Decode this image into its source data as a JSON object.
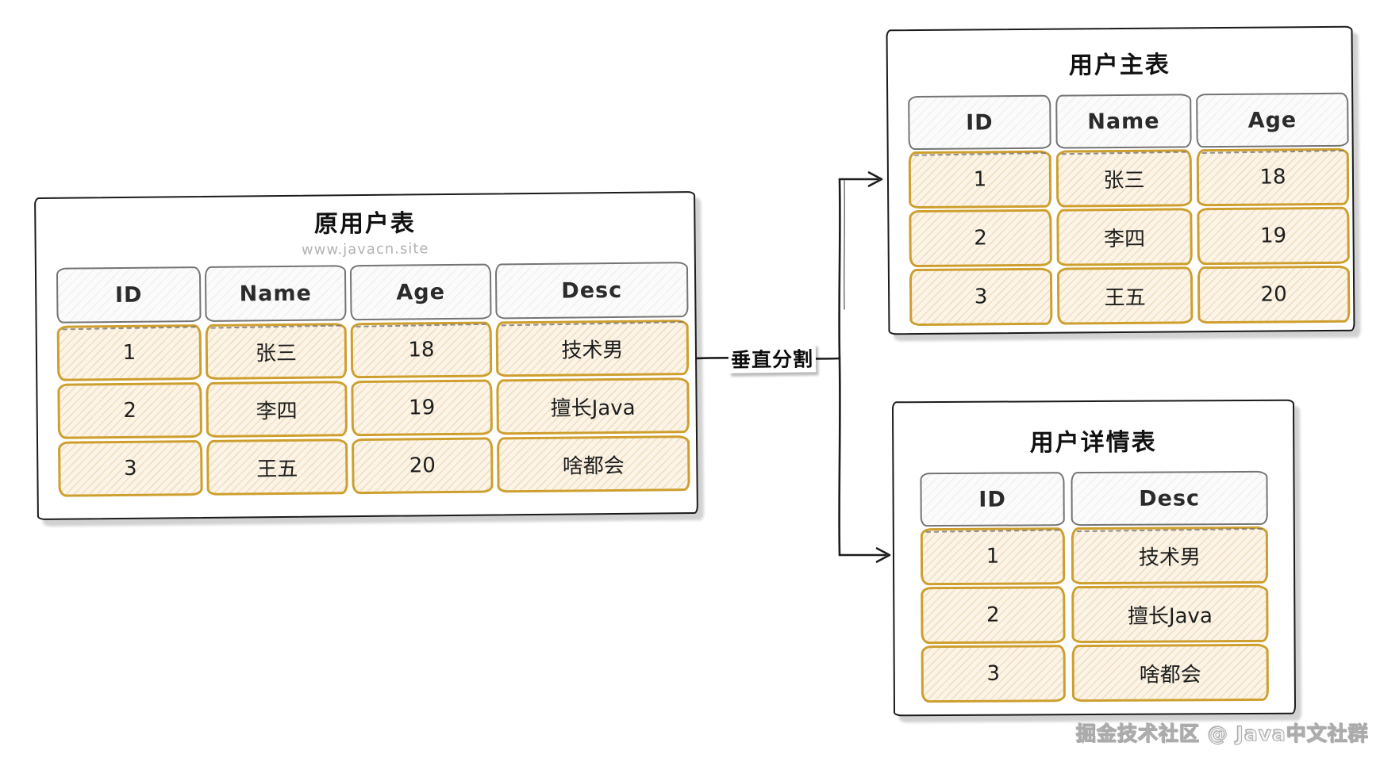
{
  "diagram": {
    "source_table": {
      "title": "原用户表",
      "subtitle": "www.javacn.site",
      "columns": [
        "ID",
        "Name",
        "Age",
        "Desc"
      ],
      "rows": [
        [
          "1",
          "张三",
          "18",
          "技术男"
        ],
        [
          "2",
          "李四",
          "19",
          "擅长Java"
        ],
        [
          "3",
          "王五",
          "20",
          "啥都会"
        ]
      ]
    },
    "split_label": "垂直分割",
    "main_table": {
      "title": "用户主表",
      "columns": [
        "ID",
        "Name",
        "Age"
      ],
      "rows": [
        [
          "1",
          "张三",
          "18"
        ],
        [
          "2",
          "李四",
          "19"
        ],
        [
          "3",
          "王五",
          "20"
        ]
      ]
    },
    "detail_table": {
      "title": "用户详情表",
      "columns": [
        "ID",
        "Desc"
      ],
      "rows": [
        [
          "1",
          "技术男"
        ],
        [
          "2",
          "擅长Java"
        ],
        [
          "3",
          "啥都会"
        ]
      ]
    },
    "watermark": "掘金技术社区 @ Java中文社群",
    "colors": {
      "panel_border": "#1b1b1b",
      "header_border": "#747474",
      "header_bg": "#fbfbfb",
      "cell_border": "#ce9f2e",
      "cell_bg": "#fbf4e7",
      "subtitle_gray": "#b3b3b3",
      "connector": "#1c1c1c"
    }
  }
}
